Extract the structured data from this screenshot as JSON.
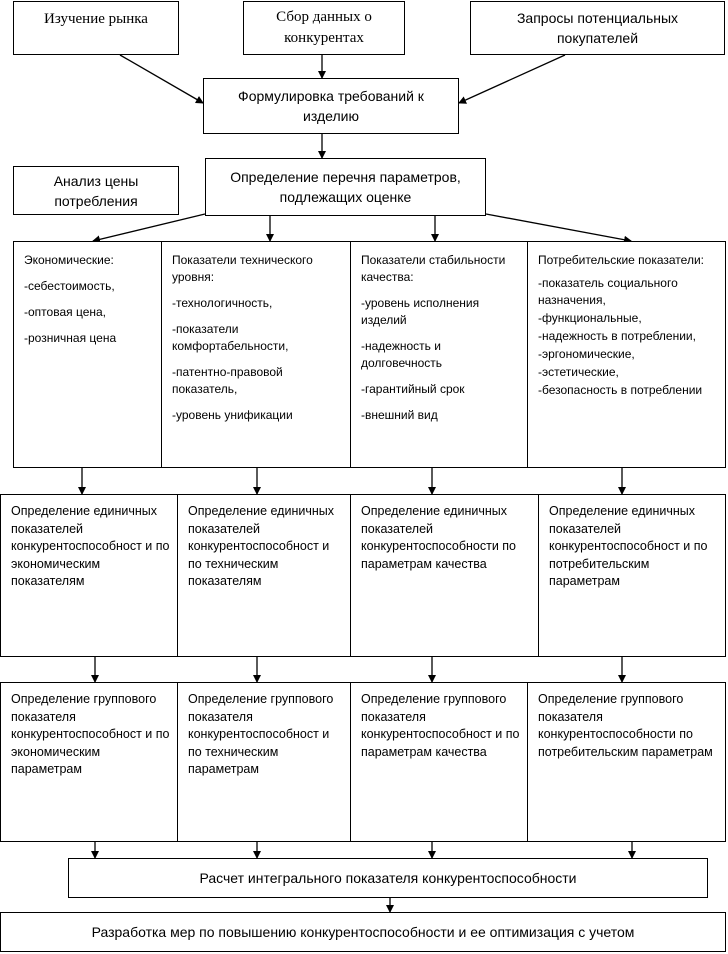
{
  "top": {
    "market": "Изучение рынка",
    "competitors": "Сбор данных о конкурентах",
    "buyers": "Запросы потенциальных покупателей"
  },
  "requirements": "Формулировка требований к изделию",
  "price_analysis": "Анализ цены потребления",
  "params_list": "Определение перечня параметров, подлежащих оценке",
  "categories": [
    {
      "head": "Экономические:",
      "items": [
        "-себестоимость,",
        "-оптовая цена,",
        "-розничная цена"
      ]
    },
    {
      "head": "Показатели технического уровня:",
      "items": [
        "-технологичность,",
        "-показатели комфортабельности,",
        "-патентно-правовой показатель,",
        "-уровень унификации"
      ]
    },
    {
      "head": "Показатели стабильности качества:",
      "items": [
        "-уровень исполнения изделий",
        "-надежность и долговечность",
        "-гарантийный срок",
        "-внешний вид"
      ]
    },
    {
      "head": "Потребительские показатели:",
      "items": [
        "-показатель социального назначения,",
        "-функциональные,",
        "-надежность в потреблении,",
        "-эргономические,",
        "-эстетические,",
        "-безопасность в потреблении"
      ]
    }
  ],
  "unit_indicators": [
    "Определение единичных показателей конкурентоспособност и по экономическим показателям",
    "Определение единичных показателей конкурентоспособност и по техническим показателям",
    "Определение единичных показателей конкурентоспособности по параметрам качества",
    "Определение единичных показателей конкурентоспособност и по потребительским параметрам"
  ],
  "group_indicators": [
    "Определение группового показателя конкурентоспособност и по экономическим параметрам",
    "Определение группового показателя конкурентоспособност и по техническим параметрам",
    "Определение группового показателя конкурентоспособност и по параметрам качества",
    "Определение группового показателя конкурентоспособности по потребительским параметрам"
  ],
  "integral": "Расчет интегрального показателя конкурентоспособности",
  "measures": "Разработка мер по повышению конкурентоспособности  и ее оптимизация с учетом"
}
